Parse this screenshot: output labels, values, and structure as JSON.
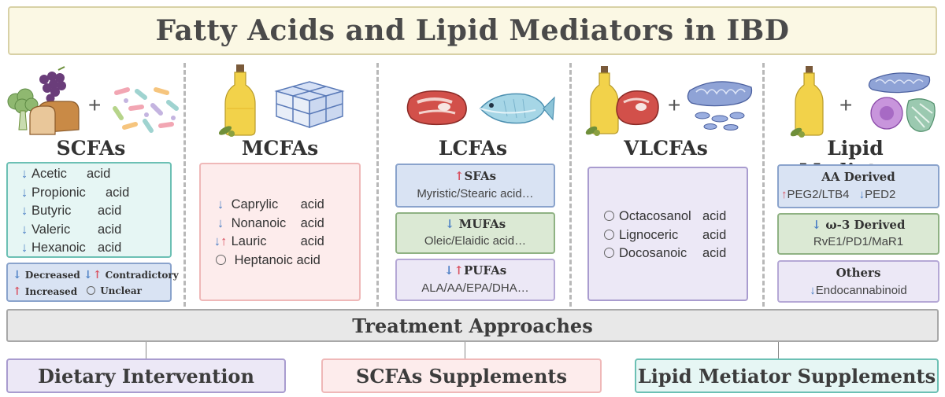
{
  "title": "Fatty Acids and Lipid Mediators in IBD",
  "scfa": {
    "heading": "SCFAs",
    "plus": "+",
    "items": [
      {
        "arrow": "↓",
        "name": "Acetic",
        "suffix": "acid"
      },
      {
        "arrow": "↓",
        "name": "Propionic",
        "suffix": "acid"
      },
      {
        "arrow": "↓",
        "name": "Butyric",
        "suffix": "acid"
      },
      {
        "arrow": "↓",
        "name": "Valeric",
        "suffix": "acid"
      },
      {
        "arrow": "↓",
        "name": "Hexanoic",
        "suffix": "acid"
      }
    ],
    "legend": {
      "decreased": "Decreased",
      "contradictory": "Contradictory",
      "increased": "Increased",
      "unclear": "Unclear"
    }
  },
  "mcfa": {
    "heading": "MCFAs",
    "items": [
      {
        "arrow": "↓",
        "name": "Caprylic",
        "suffix": "acid"
      },
      {
        "arrow": "↓",
        "name": "Nonanoic",
        "suffix": "acid"
      },
      {
        "arrow": "↓↑",
        "name": "Lauric",
        "suffix": "acid"
      },
      {
        "arrow": "○",
        "name": "Heptanoic acid",
        "suffix": ""
      }
    ]
  },
  "lcfa": {
    "heading": "LCFAs",
    "groups": [
      {
        "arrow": "↑",
        "name": "SFAs",
        "detail": "Myristic/Stearic acid…"
      },
      {
        "arrow": "↓",
        "name": "MUFAs",
        "detail": "Oleic/Elaidic acid…"
      },
      {
        "arrow": "↓↑",
        "name": "PUFAs",
        "detail": "ALA/AA/EPA/DHA…"
      }
    ]
  },
  "vlcfa": {
    "heading": "VLCFAs",
    "plus": "+",
    "items": [
      {
        "name": "Octacosanol",
        "suffix": "acid"
      },
      {
        "name": "Lignoceric",
        "suffix": "acid"
      },
      {
        "name": "Docosanoic",
        "suffix": "acid"
      }
    ]
  },
  "lipid": {
    "heading": "Lipid Mediators",
    "plus": "+",
    "aa": {
      "title": "AA Derived",
      "up_item": "PEG2/LTB4",
      "down_item": "PED2"
    },
    "omega": {
      "title": "ω-3 Derived",
      "items": "RvE1/PD1/MaR1"
    },
    "others": {
      "title": "Others",
      "item": "Endocannabinoid"
    }
  },
  "treatment": {
    "title": "Treatment Approaches",
    "options": [
      "Dietary Intervention",
      "SCFAs Supplements",
      "Lipid Metiator Supplements"
    ]
  },
  "colors": {
    "title_bg": "#fbf8e4",
    "teal_box": "#e6f6f4",
    "pink_box": "#fdecec",
    "blue_box": "#d9e3f3",
    "green_box": "#dbe9d4",
    "lavender_box": "#ece8f6",
    "arrow_down": "#4a7ec4",
    "arrow_up": "#d9505f"
  }
}
